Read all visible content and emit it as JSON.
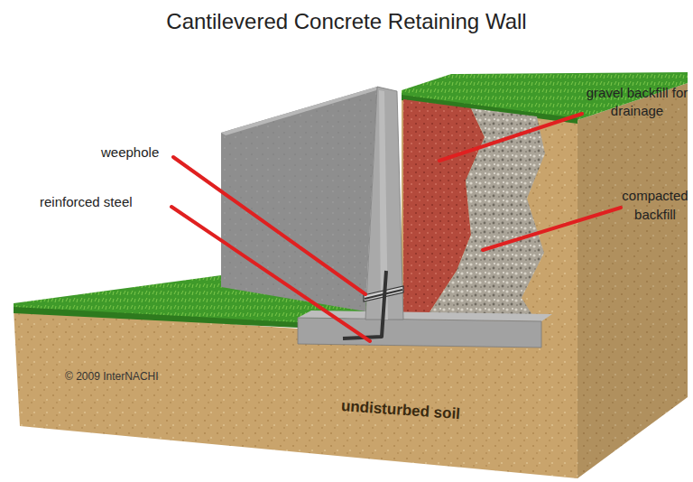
{
  "diagram": {
    "title": "Cantilevered Concrete Retaining Wall",
    "labels": [
      "weephole",
      "reinforced steel",
      "gravel backfill for drainage",
      "compacted backfill",
      "© 2009 InterNACHI",
      "undisturbed soil"
    ]
  }
}
